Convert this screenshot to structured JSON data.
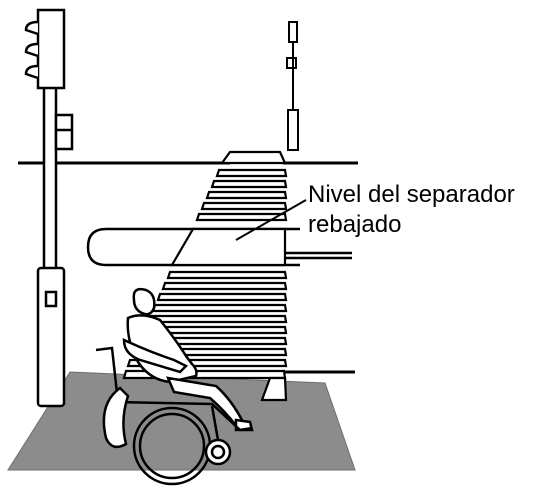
{
  "figure": {
    "label_line_1": "Nivel del separador",
    "label_line_2": "rebajado",
    "icons": [
      "traffic-light-icon",
      "pedestrian-signal-icon",
      "wheelchair-user-icon",
      "crosswalk-stripes",
      "lowered-median-island",
      "tactile-paving-area"
    ],
    "colors": {
      "ink": "#000000",
      "paving": "#8c8c8c",
      "background": "#ffffff"
    }
  }
}
